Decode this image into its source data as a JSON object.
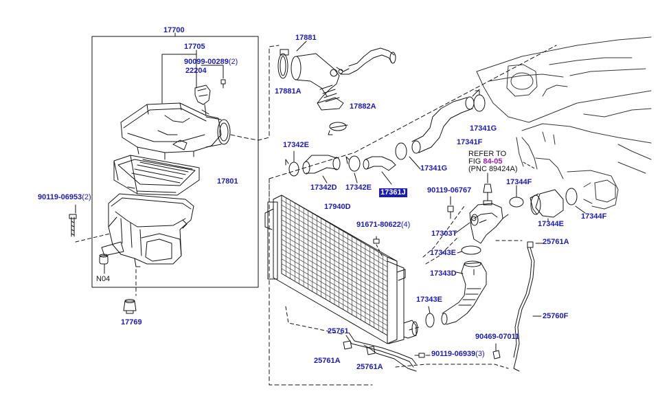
{
  "colors": {
    "label": "#1a1ab8",
    "highlight_bg": "#1a1ab8",
    "link": "#9a1ab0",
    "line": "#111111"
  },
  "labels": {
    "p17700": "17700",
    "p17705": "17705",
    "p90099_00289": "90099-00289",
    "p90099_00289_qty": "(2)",
    "p22204": "22204",
    "p17801": "17801",
    "p90119_06953": "90119-06953",
    "p90119_06953_qty": "(2)",
    "pN04": "N04",
    "p17769": "17769",
    "p17881": "17881",
    "p17881A": "17881A",
    "p17882A": "17882A",
    "p17342E_top": "17342E",
    "p17342D": "17342D",
    "p17342E_mid": "17342E",
    "p17361J": "17361J",
    "p17341G_top": "17341G",
    "p17341F": "17341F",
    "p17341G_mid": "17341G",
    "p90119_06767": "90119-06767",
    "p17344F_top": "17344F",
    "p17344E": "17344E",
    "p17344F_right": "17344F",
    "p17940D": "17940D",
    "p91671_80622": "91671-80622",
    "p91671_80622_qty": "(4)",
    "p17303T": "17303T",
    "p25761A_right": "25761A",
    "p17343E_top": "17343E",
    "p17343D": "17343D",
    "p17343E_bot": "17343E",
    "p25760F": "25760F",
    "p25761": "25761",
    "p25761A_left": "25761A",
    "p25761A_mid": "25761A",
    "p90119_06939": "90119-06939",
    "p90119_06939_qty": "(3)",
    "p90469_07011": "90469-07011"
  },
  "refer": {
    "line1": "REFER TO",
    "line2_prefix": "FIG ",
    "fig_link": "84-05",
    "line3": "(PNC 89424A)"
  }
}
